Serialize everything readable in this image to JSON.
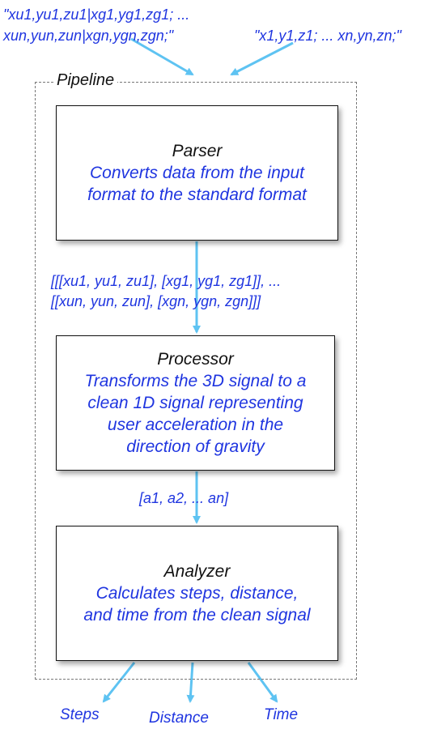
{
  "inputs": {
    "left_line1": "\"xu1,yu1,zu1|xg1,yg1,zg1; ...",
    "left_line2": "xun,yun,zun|xgn,ygn,zgn;\"",
    "right": "\"x1,y1,z1; ... xn,yn,zn;\""
  },
  "pipeline": {
    "label": "Pipeline"
  },
  "stages": {
    "parser": {
      "title": "Parser",
      "desc_line1": "Converts data from the input",
      "desc_line2": "format to the standard format"
    },
    "processor": {
      "title": "Processor",
      "desc_line1": "Transforms the 3D signal to a",
      "desc_line2": "clean 1D signal representing",
      "desc_line3": "user acceleration in the",
      "desc_line4": "direction of gravity"
    },
    "analyzer": {
      "title": "Analyzer",
      "desc_line1": "Calculates steps, distance,",
      "desc_line2": "and time from the clean signal"
    }
  },
  "data_flow": {
    "standard_line1": "[[[xu1, yu1, zu1], [xg1, yg1, zg1]], ...",
    "standard_line2": "[[xun, yun, zun], [xgn, ygn, zgn]]]",
    "signal": "[a1, a2, ... an]"
  },
  "outputs": {
    "steps": "Steps",
    "distance": "Distance",
    "time": "Time"
  },
  "colors": {
    "text_blue": "#1f35e0",
    "arrow": "#5ec3f2",
    "border": "#111111",
    "dashed": "#777777"
  }
}
